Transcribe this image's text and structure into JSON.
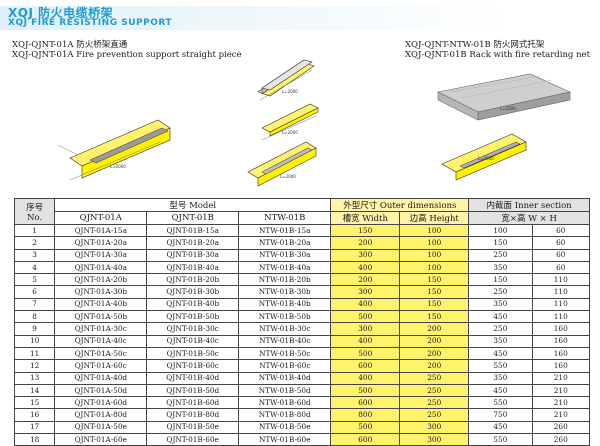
{
  "header": {
    "title_cn": "XQJ 防火电缆桥架",
    "title_en": "XQJ FIRE RESISTING SUPPORT"
  },
  "captions": {
    "left_line1": "XQJ-QJNT-01A 防火桥架直通",
    "left_line2": "XQJ-QJNT-01A Fire prevention support straight piece",
    "right_line1": "XQJ-QJNT-NTW-01B 防火网式托架",
    "right_line2": "XQJ-QJNT-01B Rack with fire retarding net"
  },
  "drawing_labels": {
    "length_1": "L=2000",
    "length_2": "L=2000",
    "length_3": "L=2000",
    "length_4": "L=2000",
    "length_5": "L=2000",
    "length_6": "L=2000"
  },
  "table": {
    "headers": {
      "no_cn": "序号",
      "no_en": "No.",
      "model": "型号  Model",
      "outer": "外型尺寸  Outer dimensions",
      "inner": "内截面  Inner section",
      "col_a": "QJNT-01A",
      "col_b": "QJNT-01B",
      "col_c": "NTW-01B",
      "width": "槽宽  Width",
      "height": "边高  Height",
      "wxh": "宽×高  W × H"
    },
    "rows": [
      {
        "no": "1",
        "a": "QJNT-01A-15a",
        "b": "QJNT-01B-15a",
        "c": "NTW-01B-15a",
        "w": "150",
        "h": "100",
        "iw": "100",
        "ih": "60"
      },
      {
        "no": "2",
        "a": "QJNT-01A-20a",
        "b": "QJNT-01B-20a",
        "c": "NTW-01B-20a",
        "w": "200",
        "h": "100",
        "iw": "150",
        "ih": "60"
      },
      {
        "no": "3",
        "a": "QJNT-01A-30a",
        "b": "QJNT-01B-30a",
        "c": "NTW-01B-30a",
        "w": "300",
        "h": "100",
        "iw": "250",
        "ih": "60"
      },
      {
        "no": "4",
        "a": "QJNT-01A-40a",
        "b": "QJNT-01B-40a",
        "c": "NTW-01B-40a",
        "w": "400",
        "h": "100",
        "iw": "350",
        "ih": "60"
      },
      {
        "no": "5",
        "a": "QJNT-01A-20b",
        "b": "QJNT-01B-20b",
        "c": "NTW-01B-20b",
        "w": "200",
        "h": "150",
        "iw": "150",
        "ih": "110"
      },
      {
        "no": "6",
        "a": "QJNT-01A-30b",
        "b": "QJNT-01B-30b",
        "c": "NTW-01B-30b",
        "w": "300",
        "h": "150",
        "iw": "250",
        "ih": "110"
      },
      {
        "no": "7",
        "a": "QJNT-01A-40b",
        "b": "QJNT-01B-40b",
        "c": "NTW-01B-40b",
        "w": "400",
        "h": "150",
        "iw": "350",
        "ih": "110"
      },
      {
        "no": "8",
        "a": "QJNT-01A-50b",
        "b": "QJNT-01B-50b",
        "c": "NTW-01B-50b",
        "w": "500",
        "h": "150",
        "iw": "450",
        "ih": "110"
      },
      {
        "no": "9",
        "a": "QJNT-01A-30c",
        "b": "QJNT-01B-30c",
        "c": "NTW-01B-30c",
        "w": "300",
        "h": "200",
        "iw": "250",
        "ih": "160"
      },
      {
        "no": "10",
        "a": "QJNT-01A-40c",
        "b": "QJNT-01B-40c",
        "c": "NTW-01B-40c",
        "w": "400",
        "h": "200",
        "iw": "350",
        "ih": "160"
      },
      {
        "no": "11",
        "a": "QJNT-01A-50c",
        "b": "QJNT-01B-50c",
        "c": "NTW-01B-50c",
        "w": "500",
        "h": "200",
        "iw": "450",
        "ih": "160"
      },
      {
        "no": "12",
        "a": "QJNT-01A-60c",
        "b": "QJNT-01B-60c",
        "c": "NTW-01B-60c",
        "w": "600",
        "h": "200",
        "iw": "550",
        "ih": "160"
      },
      {
        "no": "13",
        "a": "QJNT-01A-40d",
        "b": "QJNT-01B-40d",
        "c": "NTW-01B-40d",
        "w": "400",
        "h": "250",
        "iw": "350",
        "ih": "210"
      },
      {
        "no": "14",
        "a": "QJNT-01A-50d",
        "b": "QJNT-01B-50d",
        "c": "NTW-01B-50d",
        "w": "500",
        "h": "250",
        "iw": "450",
        "ih": "210"
      },
      {
        "no": "15",
        "a": "QJNT-01A-60d",
        "b": "QJNT-01B-60d",
        "c": "NTW-01B-60d",
        "w": "600",
        "h": "250",
        "iw": "550",
        "ih": "210"
      },
      {
        "no": "16",
        "a": "QJNT-01A-80d",
        "b": "QJNT-01B-80d",
        "c": "NTW-01B-80d",
        "w": "800",
        "h": "250",
        "iw": "750",
        "ih": "210"
      },
      {
        "no": "17",
        "a": "QJNT-01A-50e",
        "b": "QJNT-01B-50e",
        "c": "NTW-01B-50e",
        "w": "500",
        "h": "300",
        "iw": "450",
        "ih": "260"
      },
      {
        "no": "18",
        "a": "QJNT-01A-60e",
        "b": "QJNT-01B-60e",
        "c": "NTW-01B-60e",
        "w": "600",
        "h": "300",
        "iw": "550",
        "ih": "260"
      }
    ]
  }
}
